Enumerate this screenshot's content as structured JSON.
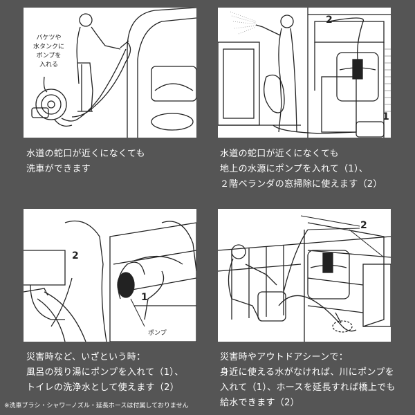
{
  "panels": [
    {
      "callout": [
        "バケツや",
        "水タンクに",
        "ポンプを",
        "入れる"
      ],
      "caption": [
        "水道の蛇口が近くになくても",
        "洗車ができます"
      ]
    },
    {
      "numbers": [
        "2",
        "1"
      ],
      "caption": [
        "水道の蛇口が近くになくても",
        "地上の水源にポンプを入れて（1）、",
        "２階ベランダの窓掃除に使えます（2）"
      ]
    },
    {
      "numbers": [
        "2",
        "1"
      ],
      "pump_label": "ポンプ",
      "caption": [
        "災害時など、いざという時：",
        "風呂の残り湯にポンプを入れて（1）、",
        "トイレの洗浄水として使えます（2）"
      ]
    },
    {
      "numbers": [
        "2"
      ],
      "caption": [
        "災害時やアウトドアシーンで：",
        "身近に使える水がなければ、川にポンプを",
        "入れて（1）、ホースを延長すれば橋上でも",
        "給水できます（2）"
      ]
    }
  ],
  "footnote": "※洗車ブラシ・シャワーノズル・延長ホースは付属しておりません"
}
